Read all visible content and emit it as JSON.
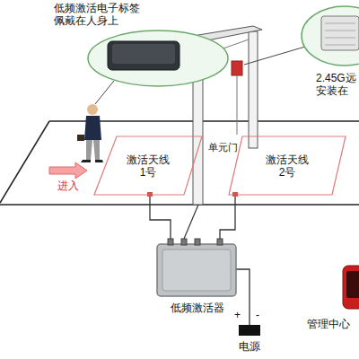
{
  "diagram": {
    "nodes": [
      {
        "text": [
          "低频激活电子标签 佩戴在人身上"
        ]
      },
      {
        "text": [
          "2.45G远 安装在"
        ]
      },
      {
        "text": [
          "激活天线 1号"
        ]
      },
      {
        "text": [
          "激活天线 2号"
        ]
      },
      {
        "text": [
          "低频激活器"
        ]
      },
      {
        "text": [
          "电源"
        ]
      },
      {
        "text": [
          "管理中心"
        ]
      }
    ],
    "edges": [
      {
        "from": 2,
        "to": 4,
        "arrow": "none"
      },
      {
        "from": 3,
        "to": 4,
        "arrow": "none"
      },
      {
        "from": 4,
        "to": 5,
        "arrow": "none"
      }
    ],
    "labels": [
      "进入",
      "单元门",
      "+",
      "-"
    ]
  }
}
